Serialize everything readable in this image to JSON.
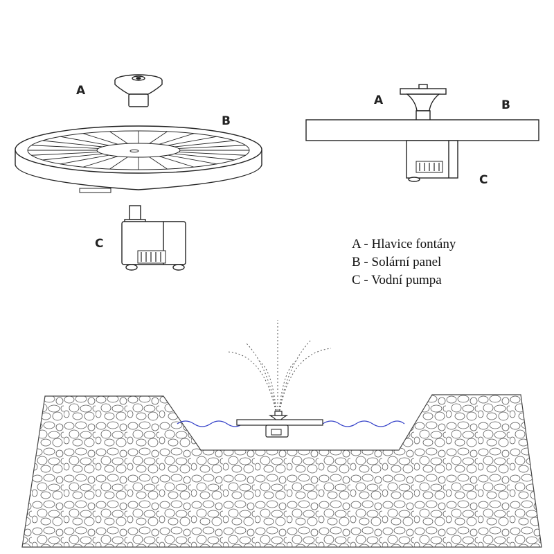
{
  "exploded_view": {
    "label_a": "A",
    "label_b": "B",
    "label_c": "C"
  },
  "side_view": {
    "label_a": "A",
    "label_b": "B",
    "label_c": "C"
  },
  "legend": [
    {
      "text": "A - Hlavice fontány"
    },
    {
      "text": "B - Solární panel"
    },
    {
      "text": "C - Vodní pumpa"
    }
  ]
}
